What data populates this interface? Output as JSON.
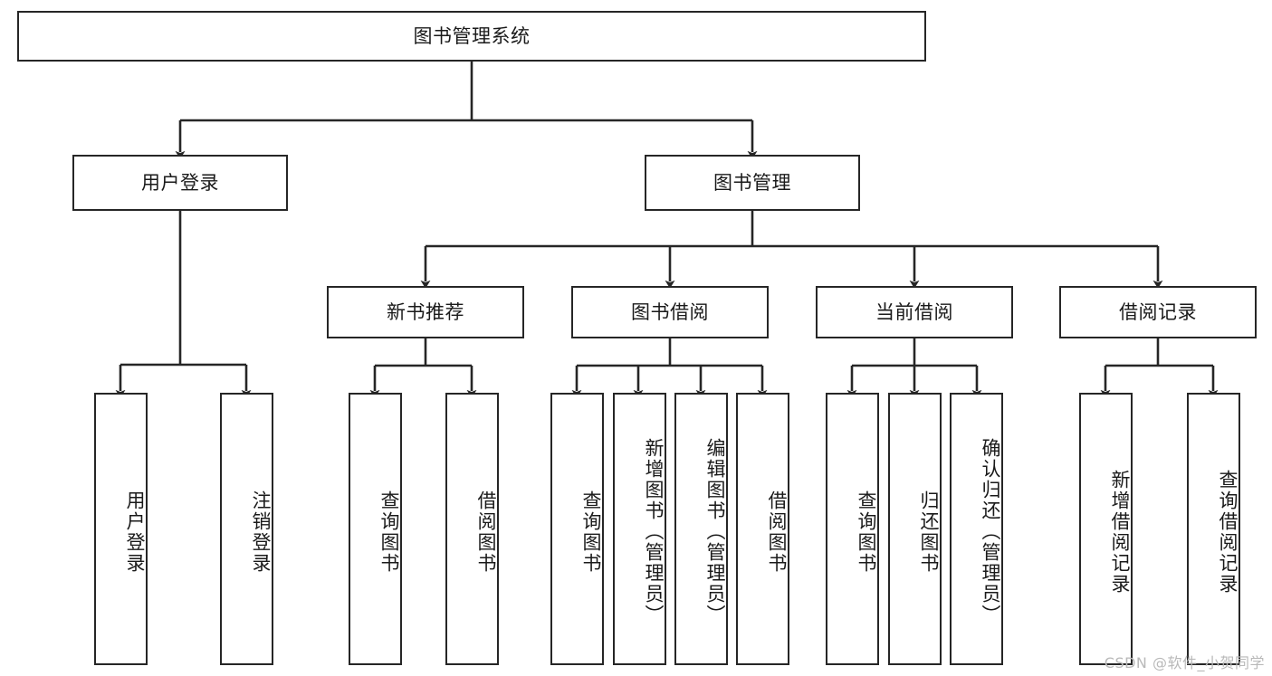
{
  "diagram": {
    "title": "图书管理系统",
    "type": "tree",
    "colors": {
      "stroke": "#262626",
      "fill": "#ffffff",
      "text": "#1a1a1a",
      "watermark": "#b9b9b9"
    },
    "root": {
      "id": "root",
      "label": "图书管理系统"
    },
    "level1": [
      {
        "id": "l1-0",
        "label": "用户登录"
      },
      {
        "id": "l1-1",
        "label": "图书管理"
      }
    ],
    "level2": [
      {
        "id": "l2-0",
        "label": "新书推荐",
        "parent": "l1-1"
      },
      {
        "id": "l2-1",
        "label": "图书借阅",
        "parent": "l1-1"
      },
      {
        "id": "l2-2",
        "label": "当前借阅",
        "parent": "l1-1"
      },
      {
        "id": "l2-3",
        "label": "借阅记录",
        "parent": "l1-1"
      }
    ],
    "leaves": [
      {
        "id": "lf-0",
        "label": "用户登录",
        "parent": "l1-0"
      },
      {
        "id": "lf-1",
        "label": "注销登录",
        "parent": "l1-0"
      },
      {
        "id": "lf-2",
        "label": "查询图书",
        "parent": "l2-0"
      },
      {
        "id": "lf-3",
        "label": "借阅图书",
        "parent": "l2-0"
      },
      {
        "id": "lf-4",
        "label": "查询图书",
        "parent": "l2-1"
      },
      {
        "id": "lf-5",
        "label": "新增图书（管理员）",
        "parent": "l2-1"
      },
      {
        "id": "lf-6",
        "label": "编辑图书（管理员）",
        "parent": "l2-1"
      },
      {
        "id": "lf-7",
        "label": "借阅图书",
        "parent": "l2-1"
      },
      {
        "id": "lf-8",
        "label": "查询图书",
        "parent": "l2-2"
      },
      {
        "id": "lf-9",
        "label": "归还图书",
        "parent": "l2-2"
      },
      {
        "id": "lf-10",
        "label": "确认归还（管理员）",
        "parent": "l2-2"
      },
      {
        "id": "lf-11",
        "label": "新增借阅记录",
        "parent": "l2-3"
      },
      {
        "id": "lf-12",
        "label": "查询借阅记录",
        "parent": "l2-3"
      }
    ]
  },
  "watermark": {
    "text": "CSDN @软件_小贺同学"
  }
}
